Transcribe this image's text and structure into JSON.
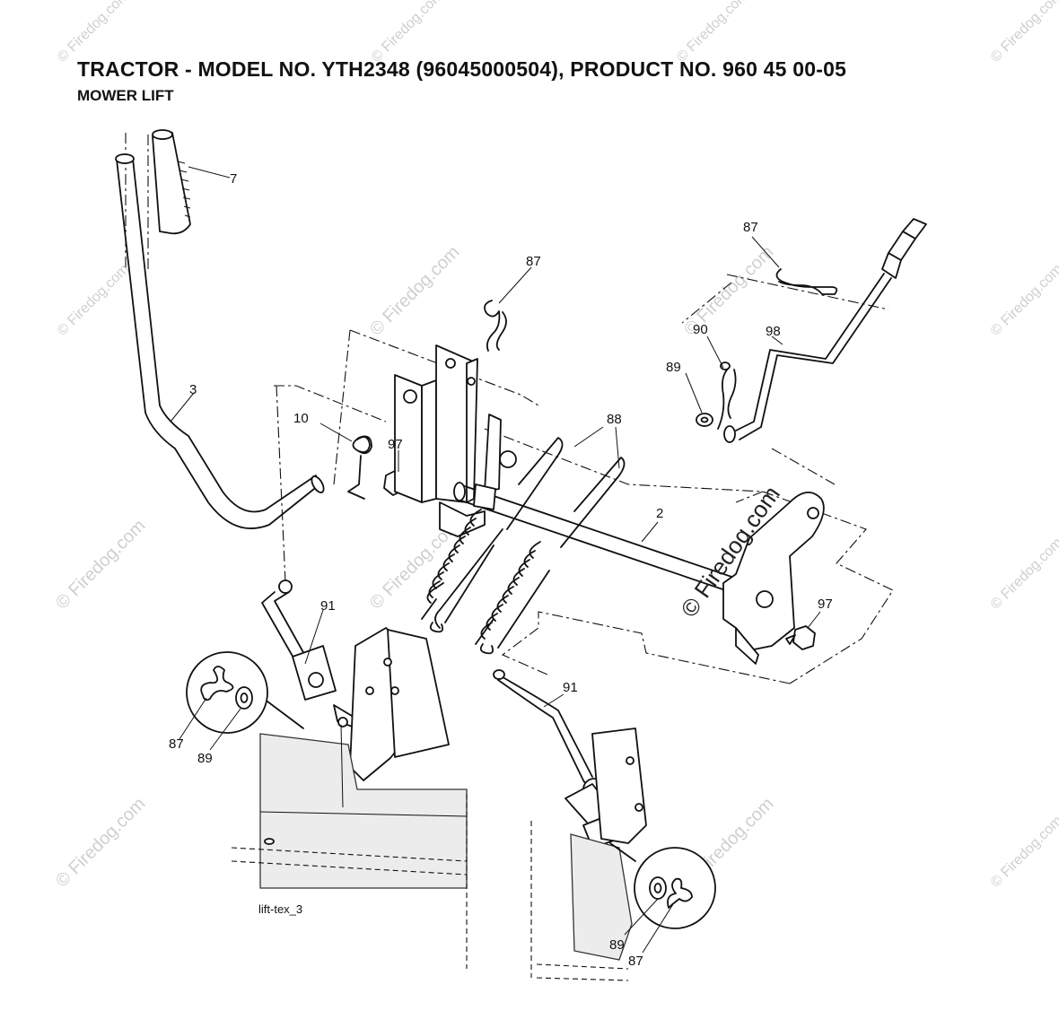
{
  "header": {
    "title": "TRACTOR - MODEL NO. YTH2348 (96045000504), PRODUCT NO. 960 45 00-05",
    "subtitle": "MOWER LIFT"
  },
  "callouts": {
    "c7": "7",
    "c3": "3",
    "c10": "10",
    "c97a": "97",
    "c87a": "87",
    "c88": "88",
    "c2": "2",
    "c87b": "87",
    "c90": "90",
    "c98": "98",
    "c89a": "89",
    "c97b": "97",
    "c91a": "91",
    "c87c": "87",
    "c89b": "89",
    "c91b": "91",
    "c89c": "89",
    "c87d": "87"
  },
  "figure_code": "lift-tex_3",
  "watermarks": {
    "small": "© Firedog.com",
    "large": "© Firedog.com"
  },
  "colors": {
    "line": "#111111",
    "watermark": "#cfcfcf",
    "background": "#ffffff"
  }
}
